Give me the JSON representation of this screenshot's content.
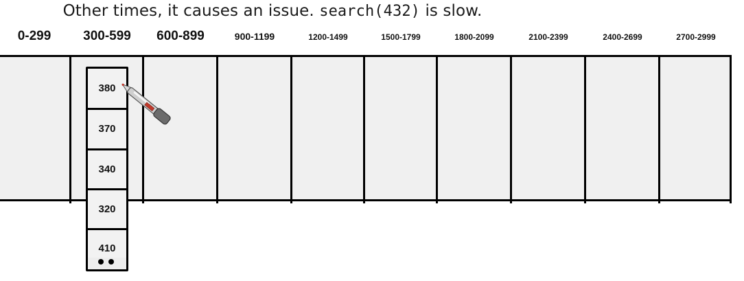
{
  "caption": {
    "prefix": "Other times, it causes an issue. ",
    "code": "search(432)",
    "suffix": " is slow."
  },
  "buckets": [
    {
      "label": "0-299"
    },
    {
      "label": "300-599"
    },
    {
      "label": "600-899"
    },
    {
      "label": "900-1199"
    },
    {
      "label": "1200-1499"
    },
    {
      "label": "1500-1799"
    },
    {
      "label": "1800-2099"
    },
    {
      "label": "2100-2399"
    },
    {
      "label": "2400-2699"
    },
    {
      "label": "2700-2999"
    }
  ],
  "chain": {
    "bucket": "300-599",
    "nodes": [
      "380",
      "370",
      "340",
      "320",
      "410"
    ],
    "continues": true
  },
  "annotation": {
    "tool": "pen-icon",
    "pointing_at": "380"
  },
  "colors": {
    "cell_fill": "#f0f0f0",
    "border": "#000000",
    "pen_body": "#c8c8c8",
    "pen_accent": "#c0392b"
  }
}
